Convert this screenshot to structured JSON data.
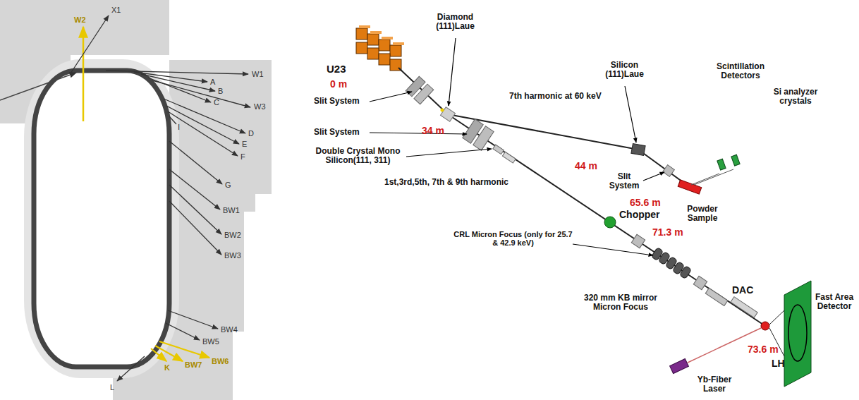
{
  "diagram": {
    "labels": [
      "W2",
      "X1",
      "W1",
      "A",
      "B",
      "C",
      "W3",
      "D",
      "E",
      "F",
      "I",
      "G",
      "BW1",
      "BW2",
      "BW3",
      "BW4",
      "BW5",
      "BW6",
      "BW7",
      "K",
      "L",
      "U23",
      "0 m",
      "Slit System",
      "Diamond (111)Laue",
      "34 m",
      "7th harmonic at 60 keV",
      "Silicon (111)Laue",
      "Scintillation Detectors",
      "Si analyzer crystals",
      "44 m",
      "Slit System",
      "65.6 m",
      "Powder Sample",
      "Slit System",
      "Double Crystal Mono Silicon(111, 311)",
      "1st,3rd,5th, 7th & 9th harmonic",
      "Chopper",
      "71.3 m",
      "CRL Micron Focus (only for 25.7 & 42.9 keV)",
      "320 mm KB mirror Micron Focus",
      "DAC",
      "Fast Area Detector",
      "73.6 m",
      "LH",
      "Yb-Fiber Laser"
    ]
  }
}
